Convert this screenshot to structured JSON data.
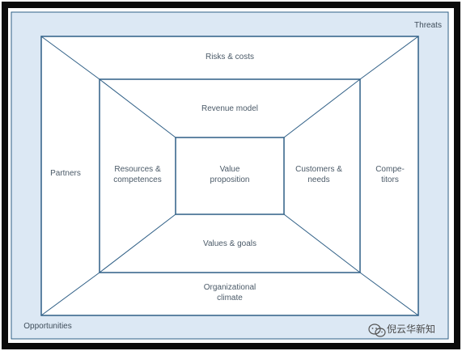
{
  "colors": {
    "outer_fill": "#dce8f4",
    "panel_fill": "#ffffff",
    "line": "#2f5f86",
    "text": "#4b5a68"
  },
  "labels": {
    "threats": "Threats",
    "opportunities": "Opportunities",
    "risks_costs": "Risks & costs",
    "revenue_model": "Revenue model",
    "partners": "Partners",
    "resources_competences_line1": "Resources &",
    "resources_competences_line2": "competences",
    "value_proposition_line1": "Value",
    "value_proposition_line2": "proposition",
    "customers_needs_line1": "Customers &",
    "customers_needs_line2": "needs",
    "competitors_line1": "Compe-",
    "competitors_line2": "titors",
    "values_goals": "Values & goals",
    "organizational_climate_line1": "Organizational",
    "organizational_climate_line2": "climate"
  },
  "watermark": {
    "text": "倪云华新知",
    "icon": "wechat-icon"
  }
}
